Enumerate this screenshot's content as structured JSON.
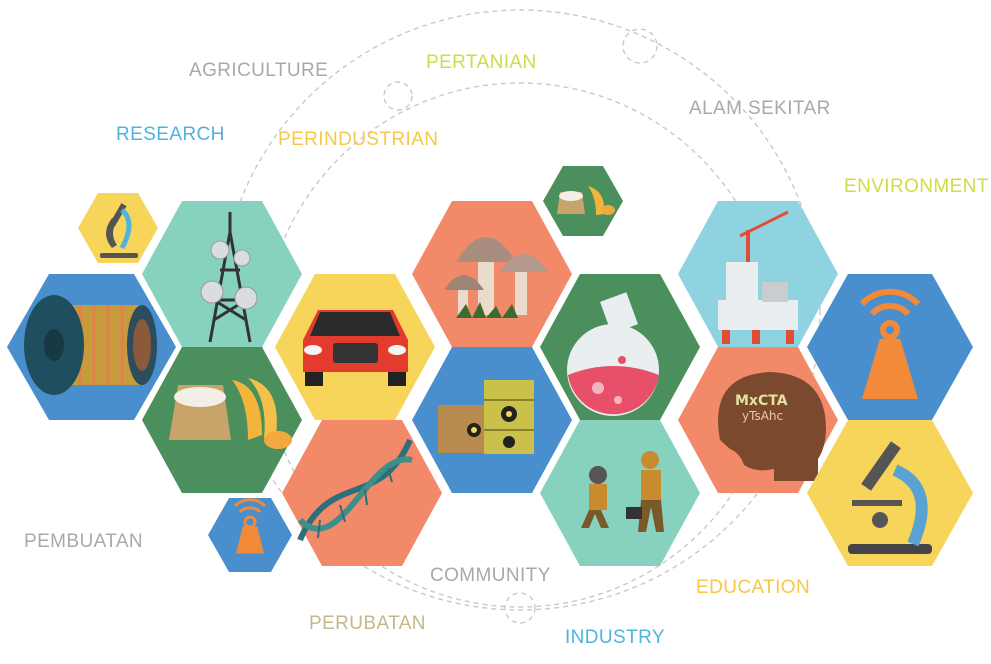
{
  "labels": {
    "agriculture": "AGRICULTURE",
    "pertanian": "PERTANIAN",
    "alam_sekitar": "ALAM SEKITAR",
    "research": "RESEARCH",
    "perindustrian": "PERINDUSTRIAN",
    "environment": "ENVIRONMENT",
    "pembuatan": "PEMBUATAN",
    "community": "COMMUNITY",
    "education": "EDUCATION",
    "perubatan": "PERUBATAN",
    "industry": "INDUSTRY"
  },
  "label_colors": {
    "agriculture": "#a7a9ac",
    "pertanian": "#cfdc45",
    "alam_sekitar": "#a7a9ac",
    "research": "#4fb3dc",
    "perindustrian": "#f5c84a",
    "environment": "#cfdc45",
    "pembuatan": "#a7a9ac",
    "community": "#a7a9ac",
    "education": "#f5c84a",
    "perubatan": "#c2b98a",
    "industry": "#4fb3dc"
  },
  "tile_colors": {
    "blue": "#4a8fcd",
    "teal": "#86d2bf",
    "yellow": "#f6d55a",
    "green": "#4b8f5c",
    "salmon": "#f28a6a",
    "sky": "#8fd2e0"
  },
  "hexagons": [
    {
      "id": "hex-cable-spool",
      "color": "blue",
      "icon": "cable-spool-icon"
    },
    {
      "id": "hex-mini-microscope",
      "color": "yellow",
      "icon": "microscope-icon"
    },
    {
      "id": "hex-telecom-tower",
      "color": "teal",
      "icon": "telecom-tower-icon"
    },
    {
      "id": "hex-grain-sack",
      "color": "green",
      "icon": "grain-sack-icon"
    },
    {
      "id": "hex-car",
      "color": "yellow",
      "icon": "car-icon"
    },
    {
      "id": "hex-dna",
      "color": "salmon",
      "icon": "dna-icon"
    },
    {
      "id": "hex-mini-antenna",
      "color": "blue",
      "icon": "antenna-icon"
    },
    {
      "id": "hex-mushrooms",
      "color": "salmon",
      "icon": "mushroom-icon"
    },
    {
      "id": "hex-barrels",
      "color": "blue",
      "icon": "radioactive-barrel-icon"
    },
    {
      "id": "hex-mini-grain",
      "color": "green",
      "icon": "grain-sack-icon"
    },
    {
      "id": "hex-flask",
      "color": "green",
      "icon": "flask-icon"
    },
    {
      "id": "hex-workers",
      "color": "teal",
      "icon": "workers-icon"
    },
    {
      "id": "hex-oil-rig",
      "color": "sky",
      "icon": "oil-rig-icon"
    },
    {
      "id": "hex-head",
      "color": "salmon",
      "icon": "head-letters-icon"
    },
    {
      "id": "hex-antenna",
      "color": "blue",
      "icon": "antenna-icon"
    },
    {
      "id": "hex-microscope",
      "color": "yellow",
      "icon": "microscope-icon"
    }
  ]
}
